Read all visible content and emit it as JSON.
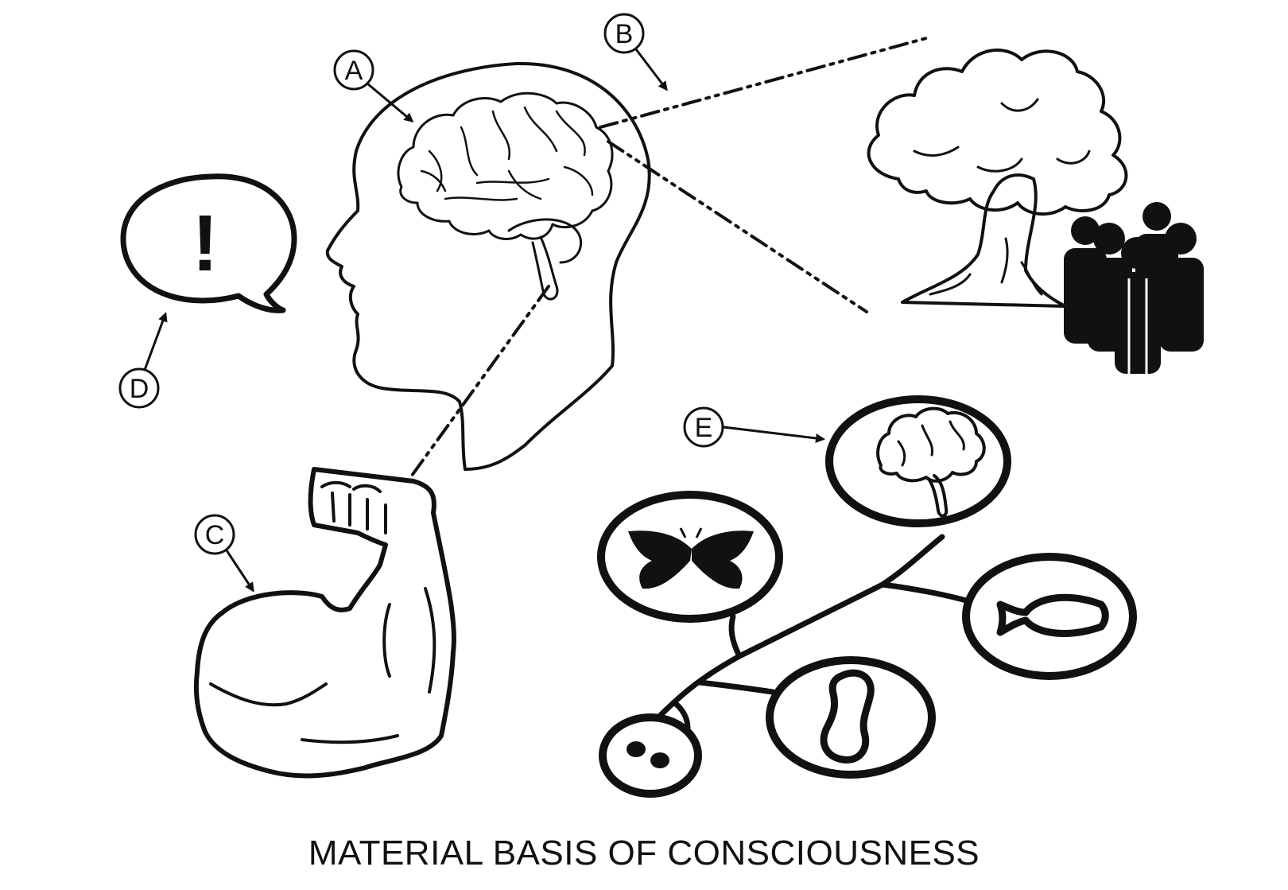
{
  "title": "MATERIAL BASIS OF CONSCIOUSNESS",
  "labels": {
    "a": "A",
    "b": "B",
    "c": "C",
    "d": "D",
    "e": "E"
  },
  "speech_bubble": {
    "text": "!"
  },
  "colors": {
    "ink": "#111111",
    "background": "#ffffff"
  },
  "icons": [
    "head-icon",
    "brain-icon",
    "tree-icon",
    "people-icon",
    "arm-icon",
    "speech-bubble-icon",
    "butterfly-icon",
    "fish-icon",
    "worm-icon",
    "cell-icon"
  ]
}
